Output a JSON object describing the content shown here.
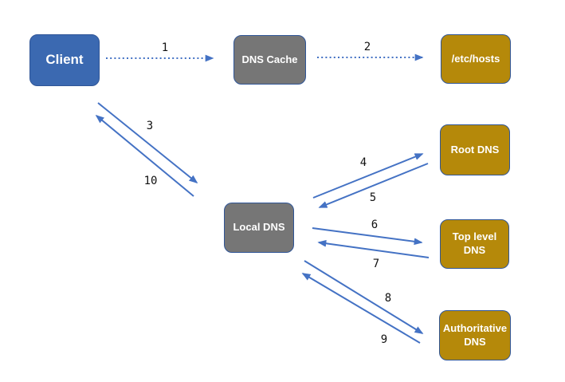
{
  "nodes": {
    "client": {
      "label": "Client"
    },
    "dns_cache": {
      "label": "DNS Cache"
    },
    "etc_hosts": {
      "label": "/etc/hosts"
    },
    "root_dns": {
      "label": "Root DNS"
    },
    "local_dns": {
      "label": "Local DNS"
    },
    "top_level_dns": {
      "label": "Top level DNS"
    },
    "authoritative_dns": {
      "label": "Authoritative DNS"
    }
  },
  "edges": [
    {
      "label": "1",
      "from": "client",
      "to": "dns_cache",
      "style": "dotted"
    },
    {
      "label": "2",
      "from": "dns_cache",
      "to": "etc_hosts",
      "style": "dotted"
    },
    {
      "label": "3",
      "from": "client",
      "to": "local_dns",
      "style": "solid"
    },
    {
      "label": "4",
      "from": "local_dns",
      "to": "root_dns",
      "style": "solid"
    },
    {
      "label": "5",
      "from": "root_dns",
      "to": "local_dns",
      "style": "solid"
    },
    {
      "label": "6",
      "from": "local_dns",
      "to": "top_level_dns",
      "style": "solid"
    },
    {
      "label": "7",
      "from": "top_level_dns",
      "to": "local_dns",
      "style": "solid"
    },
    {
      "label": "8",
      "from": "local_dns",
      "to": "authoritative_dns",
      "style": "solid"
    },
    {
      "label": "9",
      "from": "authoritative_dns",
      "to": "local_dns",
      "style": "solid"
    },
    {
      "label": "10",
      "from": "local_dns",
      "to": "client",
      "style": "solid"
    }
  ],
  "colors": {
    "node_blue": "#3B69B1",
    "node_gray": "#767676",
    "node_gold": "#B5890A",
    "node_border": "#2F5597",
    "arrow_blue": "#4472C4",
    "label_text": "#111111",
    "background": "#FFFFFF"
  }
}
